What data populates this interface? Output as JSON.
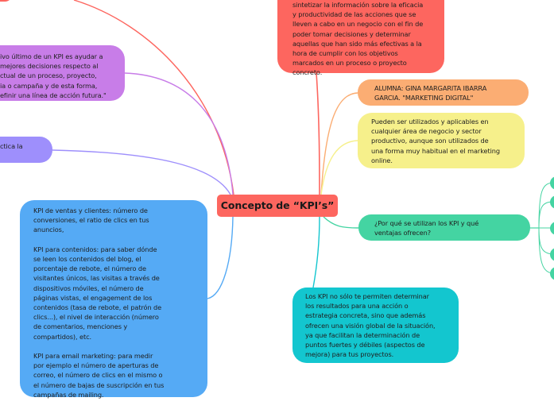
{
  "diagram": {
    "type": "mind-map",
    "central_topic": "Concepto de “KPI’s”",
    "colors": {
      "central": "#fd665f",
      "red": "#fd665f",
      "purple": "#c87de8",
      "violet": "#9e8ffc",
      "blue": "#55aaf5",
      "orange": "#fbad73",
      "yellow": "#f6f08b",
      "green": "#44d4a2",
      "teal": "#13c6cf"
    },
    "nodes": {
      "red_top": "sintetizar la información sobre la eficacia\ny productividad de las acciones que se\nlleven a cabo en un negocio con el fin de\npoder tomar decisiones y determinar\naquellas que han sido más efectivas a la\nhora de cumplir con los objetivos\nmarcados en un proceso o proyecto\nconcreto.",
      "purple": "ivo último de un KPI es ayudar a\nmejores decisiones respecto al\nctual de un proceso, proyecto,\nia o campaña y de esta forma,\nefinir una línea de acción futura.\"",
      "violet": "ctica la",
      "blue": "KPI de ventas y clientes: número de\nconversiones, el ratio de clics en tus\nanuncios,\n\nKPI para contenidos: para saber dónde\nse leen los contenidos del blog, el\nporcentaje de rebote, el número de\nvisitantes únicos, las visitas a través de\ndispositivos móviles, el número de\npáginas vistas, el engagement de los\ncontenidos (tasa de rebote, el patrón de\nclics...), el nivel de interacción (número\nde comentarios, menciones y\ncompartidos), etc.\n\nKPI para email marketing: para medir\npor ejemplo el número de aperturas de\ncorreo, el número de clics en el mismo o\nel número de bajas de suscripción en tus\ncampañas de mailing.",
      "orange": "ALUMNA: GINA MARGARITA IBARRA\nGARCIA. \"MARKETING DIGITAL\"",
      "yellow": "Pueden ser utilizados y aplicables en\ncualquier área de negocio y sector\nproductivo, aunque son utilizados de\nuna forma muy habitual en el marketing\nonline.",
      "green": "¿Por qué se utilizan los KPI y qué\nventajas ofrecen?",
      "teal": "Los KPI no sólo te permiten determinar\nlos resultados para una acción o\nestrategia concreta, sino que además\nofrecen una visión global de la situación,\nya que facilitan la determinación de\npuntos fuertes y débiles (aspectos de\nmejora) para tus proyectos."
    },
    "green_children_count": 5
  }
}
